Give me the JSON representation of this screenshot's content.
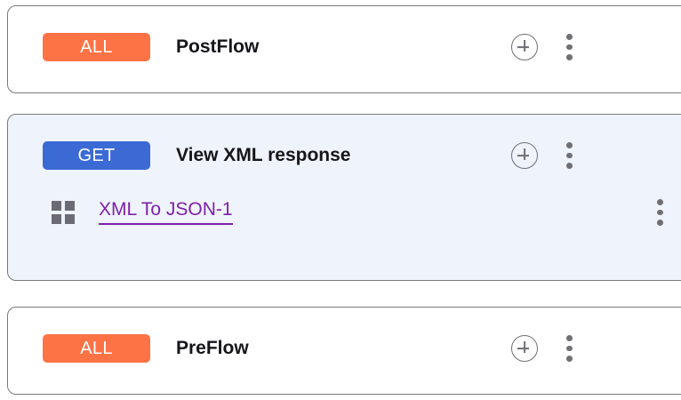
{
  "theme": {
    "method_all_color": "#fd7345",
    "method_get_color": "#3b6ad4",
    "policy_link_color": "#7d21a8",
    "selected_card_background": "#eff3fc",
    "card_border_color": "#7a7a7d",
    "icon_gray": "#6f6f74",
    "title_color": "#15151a"
  },
  "flows": [
    {
      "id": "postflow",
      "method_badge": "ALL",
      "method_type": "all",
      "title": "PostFlow",
      "selected": false,
      "add_icon": "plus-circle-icon",
      "menu_icon": "kebab-menu-icon",
      "policies": []
    },
    {
      "id": "view-xml-response",
      "method_badge": "GET",
      "method_type": "get",
      "title": "View XML response",
      "selected": true,
      "add_icon": "plus-circle-icon",
      "menu_icon": "kebab-menu-icon",
      "policies": [
        {
          "id": "xml-to-json-1",
          "icon": "grid-policy-icon",
          "label": "XML To JSON-1",
          "menu_icon": "kebab-menu-icon"
        }
      ]
    },
    {
      "id": "preflow",
      "method_badge": "ALL",
      "method_type": "all",
      "title": "PreFlow",
      "selected": false,
      "add_icon": "plus-circle-icon",
      "menu_icon": "kebab-menu-icon",
      "policies": []
    }
  ]
}
